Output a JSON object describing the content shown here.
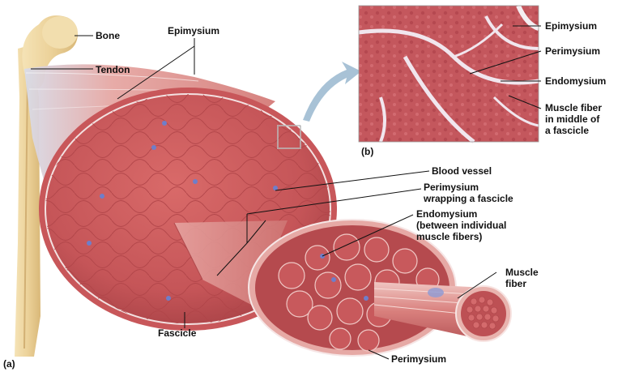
{
  "panel_a_tag": "(a)",
  "panel_b_tag": "(b)",
  "labels": {
    "bone": "Bone",
    "tendon": "Tendon",
    "epimysium_a": "Epimysium",
    "fascicle": "Fascicle",
    "blood_vessel": "Blood vessel",
    "perimysium_wrap_1": "Perimysium",
    "perimysium_wrap_2": "wrapping a fascicle",
    "endomysium_a_1": "Endomysium",
    "endomysium_a_2": "(between individual",
    "endomysium_a_3": "muscle fibers)",
    "muscle_fiber_1": "Muscle",
    "muscle_fiber_2": "fiber",
    "perimysium_bottom": "Perimysium",
    "epimysium_b": "Epimysium",
    "perimysium_b": "Perimysium",
    "endomysium_b": "Endomysium",
    "fiber_middle_1": "Muscle fiber",
    "fiber_middle_2": "in middle of",
    "fiber_middle_3": "a fascicle"
  },
  "colors": {
    "muscle": "#c9595b",
    "muscle_light": "#e08a88",
    "muscle_dark": "#a63c40",
    "bone": "#efd9a0",
    "tendon": "#dfe3ee",
    "micrograph": "#c85a60",
    "arrow": "#a8c2d6"
  }
}
